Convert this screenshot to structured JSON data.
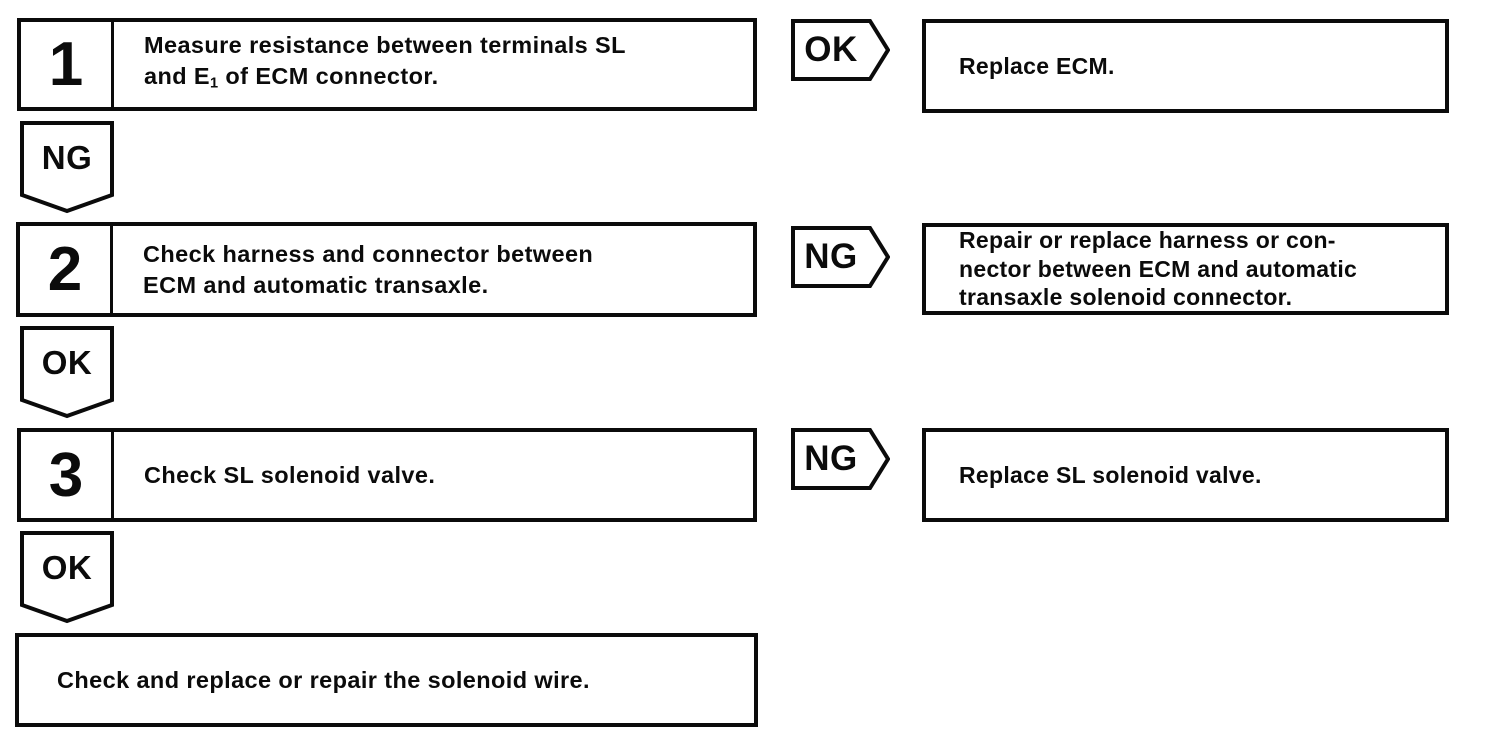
{
  "colors": {
    "ink": "#0b0b0b",
    "paper": "#ffffff"
  },
  "steps": [
    {
      "number": "1",
      "line1": "Measure resistance between terminals SL",
      "line2_pre": "and E",
      "line2_sub": "1",
      "line2_post": " of ECM connector.",
      "branch_label": "OK",
      "branch_line1": "Replace ECM.",
      "down_label": "NG"
    },
    {
      "number": "2",
      "line1": "Check harness and connector between",
      "line2": "ECM and automatic transaxle.",
      "branch_label": "NG",
      "branch_line1": "Repair or replace harness or con-",
      "branch_line2": "nector between ECM and automatic",
      "branch_line3": "transaxle solenoid connector.",
      "down_label": "OK"
    },
    {
      "number": "3",
      "line1": "Check SL solenoid valve.",
      "branch_label": "NG",
      "branch_line1": "Replace SL solenoid valve.",
      "down_label": "OK"
    }
  ],
  "final_step": {
    "line1": "Check and replace or repair the solenoid wire."
  }
}
